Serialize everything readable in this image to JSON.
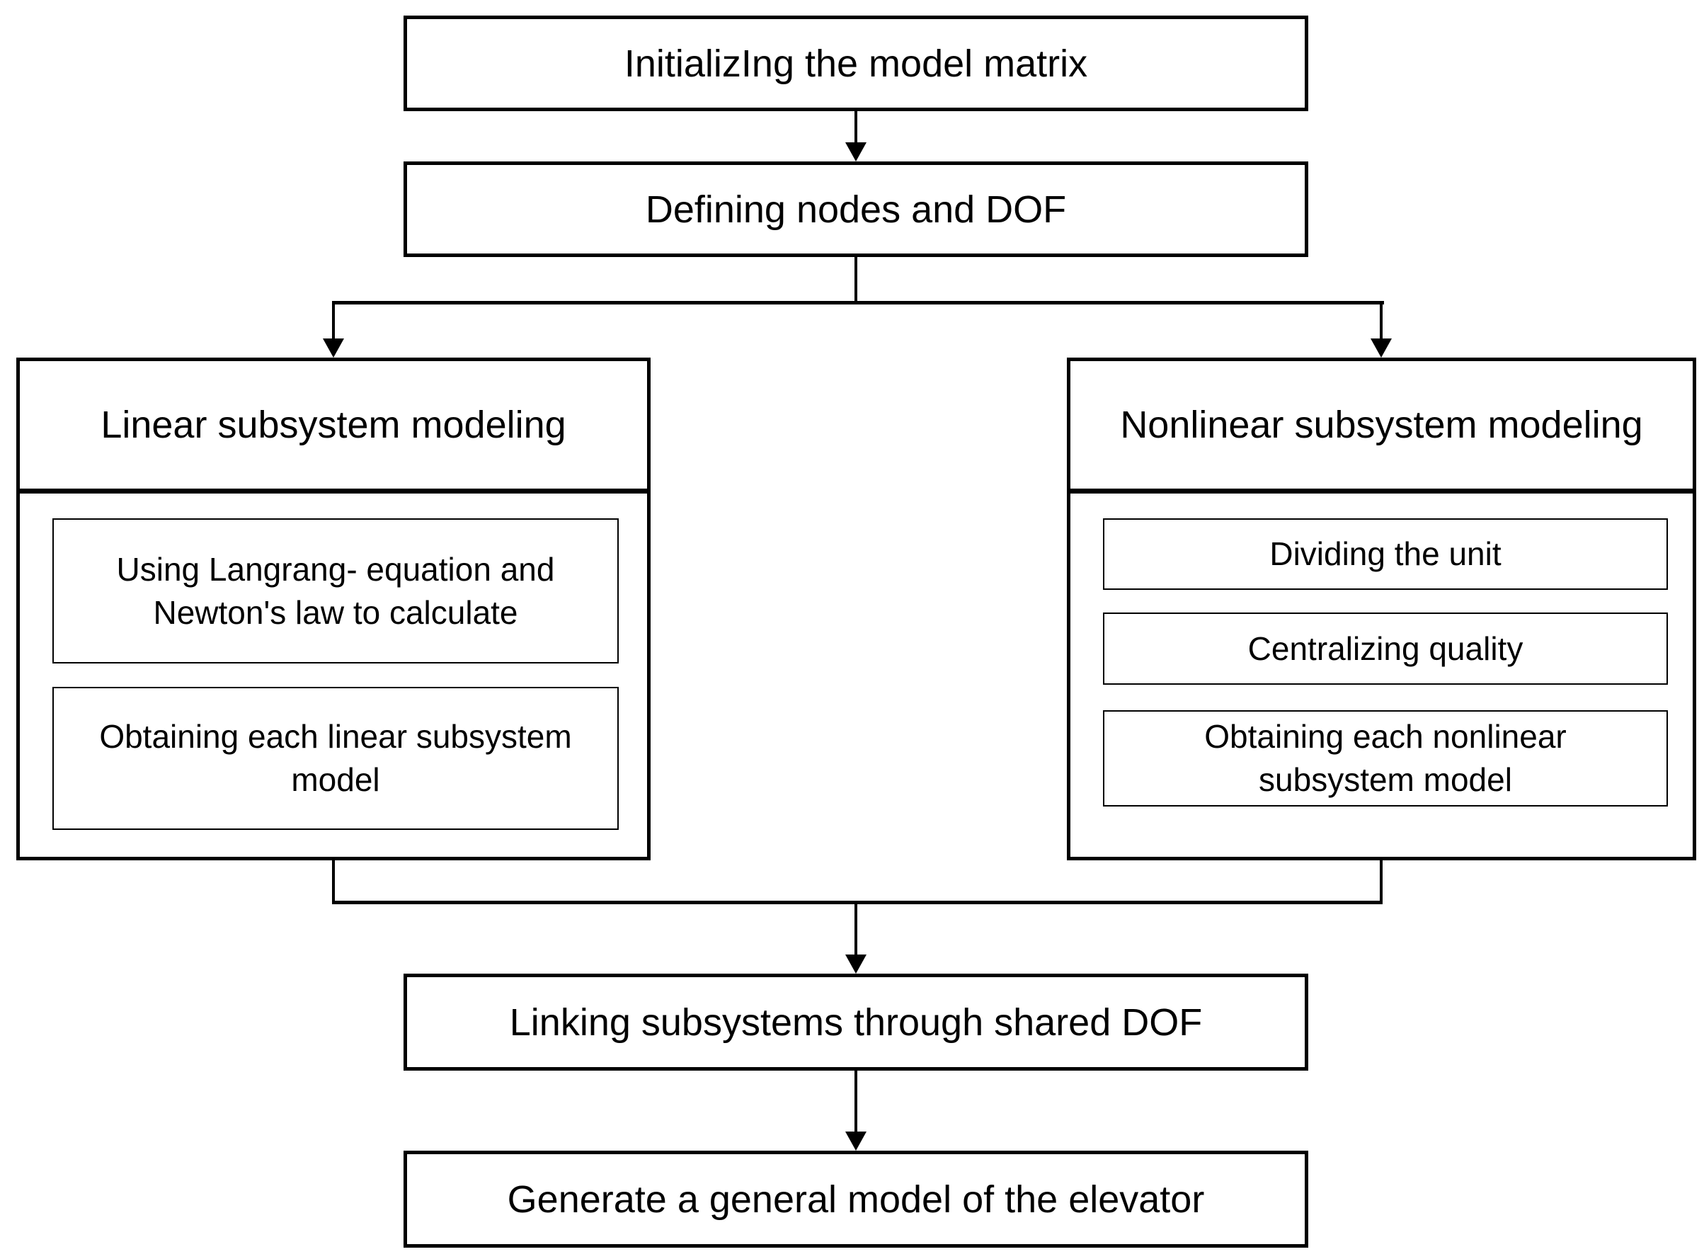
{
  "flowchart": {
    "background": "#ffffff",
    "line_color": "#000000",
    "nodes": {
      "init": {
        "label": "InitializIng the model matrix"
      },
      "defining": {
        "label": "Defining nodes and DOF"
      },
      "linking": {
        "label": "Linking subsystems through shared DOF"
      },
      "generate": {
        "label": "Generate a general model of the elevator"
      }
    },
    "linear": {
      "header": "Linear subsystem modeling",
      "steps": [
        {
          "lines": [
            "Using Langrang- equation and",
            "Newton's law to calculate"
          ]
        },
        {
          "lines": [
            "Obtaining each linear subsystem",
            "model"
          ]
        }
      ]
    },
    "nonlinear": {
      "header": "Nonlinear subsystem modeling",
      "steps": [
        {
          "lines": [
            "Dividing the unit"
          ]
        },
        {
          "lines": [
            "Centralizing quality"
          ]
        },
        {
          "lines": [
            "Obtaining each nonlinear",
            "subsystem model"
          ]
        }
      ]
    }
  }
}
